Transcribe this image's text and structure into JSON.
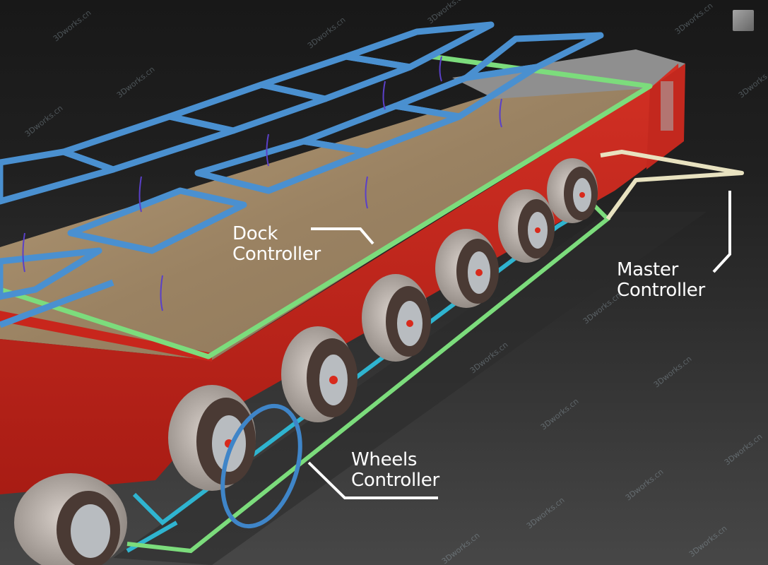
{
  "viewport": {
    "background_top": "#181818",
    "background_bottom": "#474747"
  },
  "labels": {
    "dock": {
      "line1": "Dock",
      "line2": "Controller"
    },
    "master": {
      "line1": "Master",
      "line2": "Controller"
    },
    "wheels": {
      "line1": "Wheels",
      "line2": "Controller"
    }
  },
  "colors": {
    "dock_controller": "#4a90d0",
    "wheels_controller_ring": "#3f85c8",
    "green_controller": "#7cdc7c",
    "cyan_controller": "#2fb4d0",
    "master_controller": "#e8e2c0",
    "trailer_red": "#c8261c",
    "deck_wood": "#a08a6a",
    "tire": "#b8aca4"
  },
  "watermark": {
    "text": "3Dworks.cn"
  },
  "icons": {
    "viewcube": "viewcube-icon"
  }
}
